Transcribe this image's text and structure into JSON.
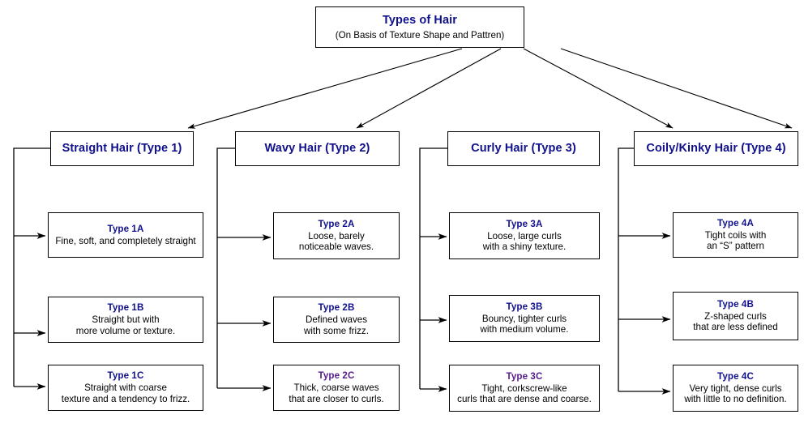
{
  "diagram": {
    "root": {
      "title": "Types of Hair",
      "subtitle": "(On Basis of Texture Shape and Pattren)"
    },
    "colors": {
      "heading_blue": "#10108c",
      "accent_purple": "#551a8b",
      "line": "#000000",
      "box_fill": "#ffffff",
      "body_text": "#000000"
    },
    "categories": [
      {
        "label": "Straight Hair (Type 1)",
        "leaves": [
          {
            "title": "Type 1A",
            "lines": [
              "Fine, soft, and completely straight"
            ]
          },
          {
            "title": "Type 1B",
            "lines": [
              "Straight but with",
              "more volume or texture."
            ]
          },
          {
            "title": "Type 1C",
            "lines": [
              "Straight with coarse",
              "texture and a tendency to frizz."
            ]
          }
        ]
      },
      {
        "label": "Wavy Hair (Type 2)",
        "leaves": [
          {
            "title": "Type 2A",
            "lines": [
              "Loose, barely",
              "noticeable waves."
            ]
          },
          {
            "title": "Type 2B",
            "lines": [
              "Defined waves",
              "with some frizz."
            ]
          },
          {
            "title": "Type 2C",
            "lines": [
              "Thick, coarse waves",
              "that are closer to curls."
            ]
          }
        ]
      },
      {
        "label": "Curly Hair (Type 3)",
        "leaves": [
          {
            "title": "Type 3A",
            "lines": [
              "Loose, large curls",
              "with a shiny texture."
            ]
          },
          {
            "title": "Type 3B",
            "lines": [
              "Bouncy, tighter curls",
              "with medium volume."
            ]
          },
          {
            "title": "Type 3C",
            "lines": [
              "Tight, corkscrew-like",
              "curls that are dense and coarse."
            ]
          }
        ]
      },
      {
        "label": "Coily/Kinky Hair (Type 4)",
        "leaves": [
          {
            "title": "Type 4A",
            "lines": [
              "Tight coils with",
              "an “S” pattern"
            ]
          },
          {
            "title": "Type 4B",
            "lines": [
              "Z-shaped curls",
              "that are less defined"
            ]
          },
          {
            "title": "Type 4C",
            "lines": [
              "Very tight, dense curls",
              "with little to no definition."
            ]
          }
        ]
      }
    ]
  }
}
